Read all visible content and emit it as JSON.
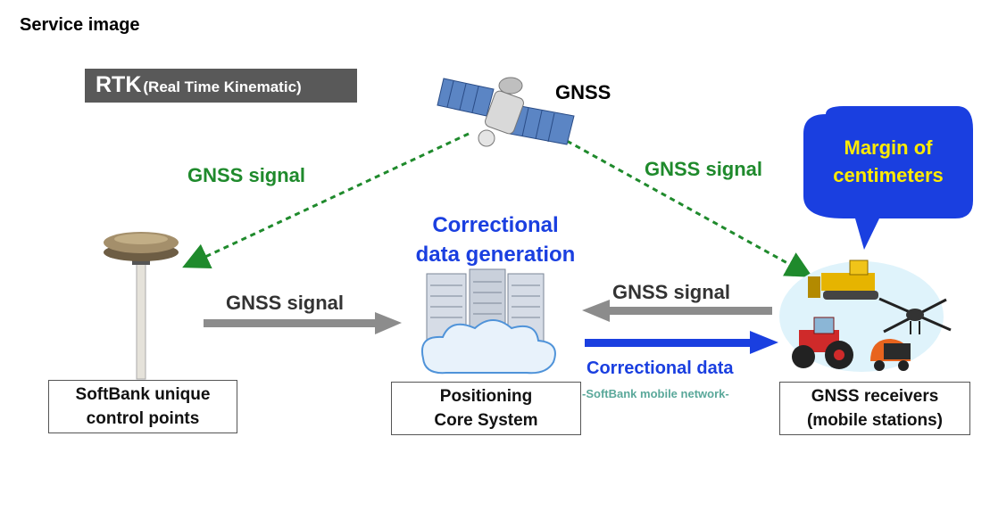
{
  "title": "Service image",
  "rtk": {
    "main": "RTK",
    "sub": "(Real Time Kinematic)"
  },
  "gnss": "GNSS",
  "signals": {
    "left_diag": "GNSS signal",
    "right_diag": "GNSS signal",
    "to_core": "GNSS signal",
    "from_receivers": "GNSS signal"
  },
  "core_caption": {
    "line1": "Correctional",
    "line2": "data generation"
  },
  "correctional_data": "Correctional data",
  "network": "SoftBank mobile network",
  "bubble": {
    "line1": "Margin of",
    "line2": "centimeters"
  },
  "boxes": {
    "control": {
      "line1": "SoftBank unique",
      "line2": "control points"
    },
    "core": {
      "line1": "Positioning",
      "line2": "Core System"
    },
    "receivers": {
      "line1": "GNSS receivers",
      "line2": "(mobile stations)"
    }
  },
  "colors": {
    "green": "#1f8a2c",
    "blue": "#1a3fe0",
    "gray_arrow": "#8c8c8c",
    "bubble": "#1a3fe0",
    "bubble_text": "#ffeb00"
  }
}
